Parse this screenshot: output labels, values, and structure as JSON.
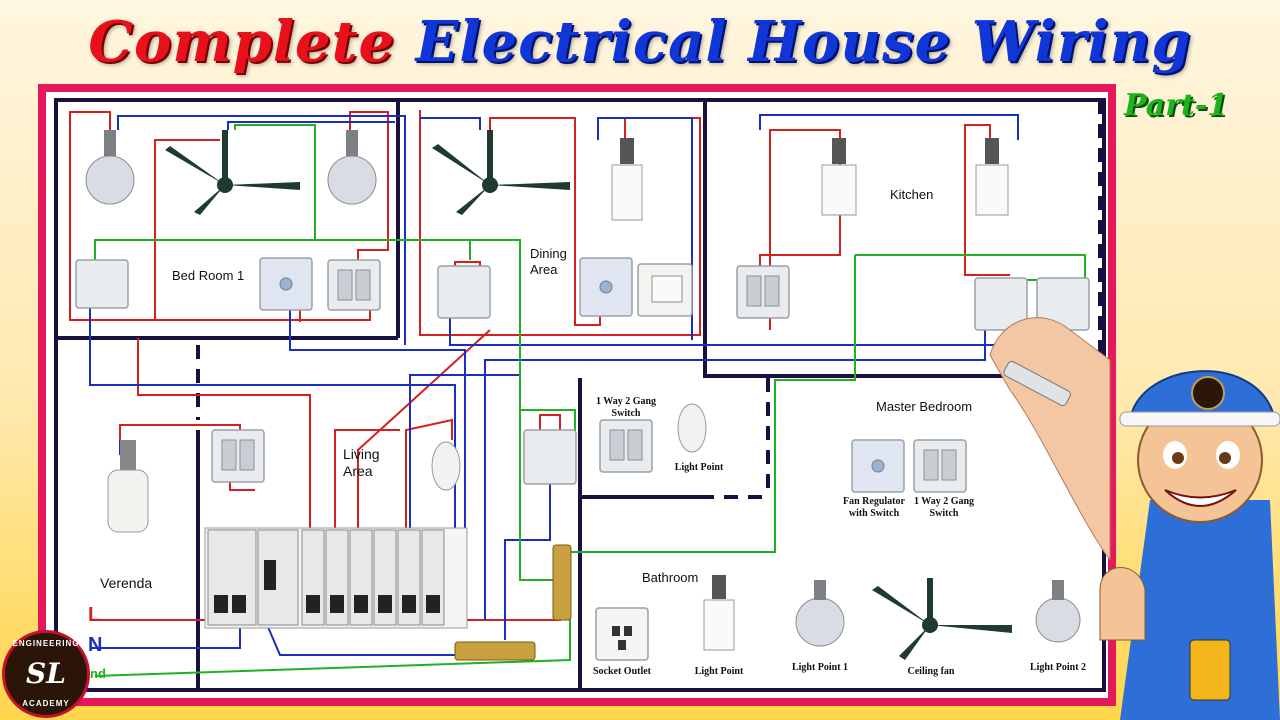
{
  "title": {
    "part1": "Complete",
    "part2": "Electrical House Wiring"
  },
  "subtitle": "Part-1",
  "rooms": {
    "bedroom1": "Bed Room 1",
    "dining": "Dining\nArea",
    "kitchen": "Kitchen",
    "living": "Living\nArea",
    "verenda": "Verenda",
    "master": "Master Bedroom",
    "bathroom": "Bathroom"
  },
  "labels": {
    "switch_1way2gang_a": "1 Way 2 Gang\nSwitch",
    "light_point_a": "Light Point",
    "fan_regulator": "Fan Regulator\nwith Switch",
    "switch_1way2gang_b": "1 Way 2 Gang\nSwitch",
    "socket_outlet": "Socket Outlet",
    "light_point_b": "Light Point",
    "light_point_1": "Light Point 1",
    "ceiling_fan": "Ceiling fan",
    "light_point_2": "Light Point 2"
  },
  "supply": {
    "line": "L",
    "neutral": "N",
    "earth": "nd"
  },
  "logo": {
    "top": "ENGINEERING",
    "mark": "SL",
    "bottom": "ACADEMY"
  },
  "colors": {
    "title_red": "#e8101a",
    "title_blue": "#1036d8",
    "frame": "#e4185a",
    "live": "#d42020",
    "neutral": "#1a2fc0",
    "earth": "#22b022",
    "wall": "#1a1040"
  }
}
